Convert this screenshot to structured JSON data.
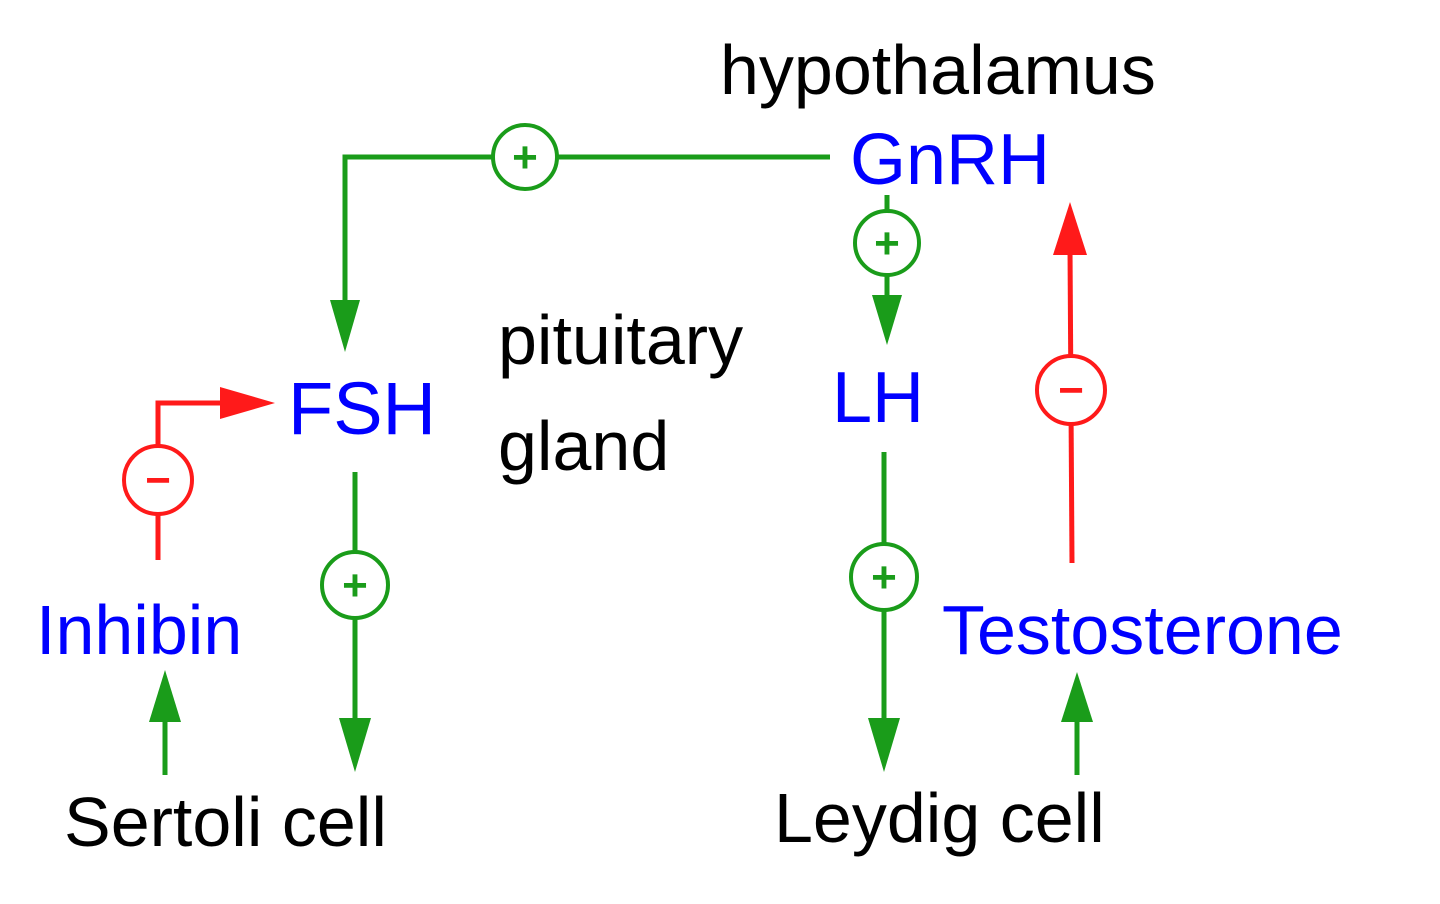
{
  "labels": {
    "hypothalamus": "hypothalamus",
    "gnrh": "GnRH",
    "fsh": "FSH",
    "lh": "LH",
    "pituitary_line1": "pituitary",
    "pituitary_line2": "gland",
    "inhibin": "Inhibin",
    "testosterone": "Testosterone",
    "sertoli": "Sertoli cell",
    "leydig": "Leydig cell"
  },
  "signs": {
    "positive": "+",
    "negative": "−"
  },
  "colors": {
    "stimulation": "#1a9c1a",
    "inhibition": "#ff1a1a",
    "hormone_text": "#0000ff",
    "label_text": "#000000"
  }
}
